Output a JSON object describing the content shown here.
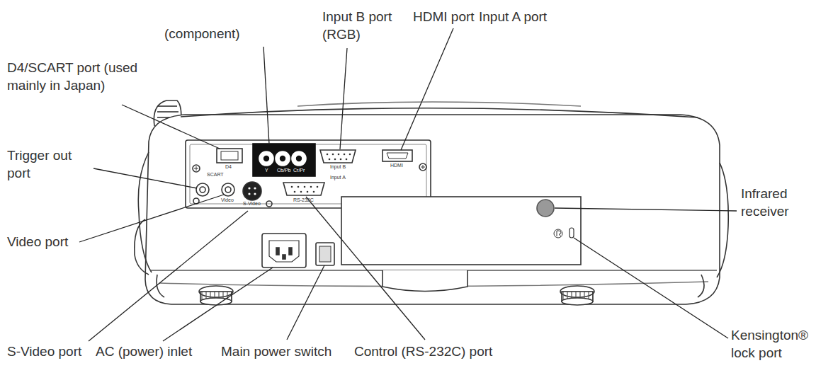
{
  "diagram": {
    "labels": [
      "D4/SCART port (used mainly in Japan)",
      "(component)",
      "Input B port (RGB)",
      "HDMI port",
      "Input A port",
      "Trigger out port",
      "Video port",
      "S-Video port",
      "Control (RS-232C) port",
      "AC (power) inlet",
      "Main power switch",
      "Infrared receiver",
      "Kensington® lock port",
      "D4",
      "SCART",
      "Y",
      "Cb/Pb",
      "Cr/Pr",
      "Input B",
      "Input A",
      "HDMI",
      "RS-232C",
      "Video",
      "S-Video"
    ]
  }
}
